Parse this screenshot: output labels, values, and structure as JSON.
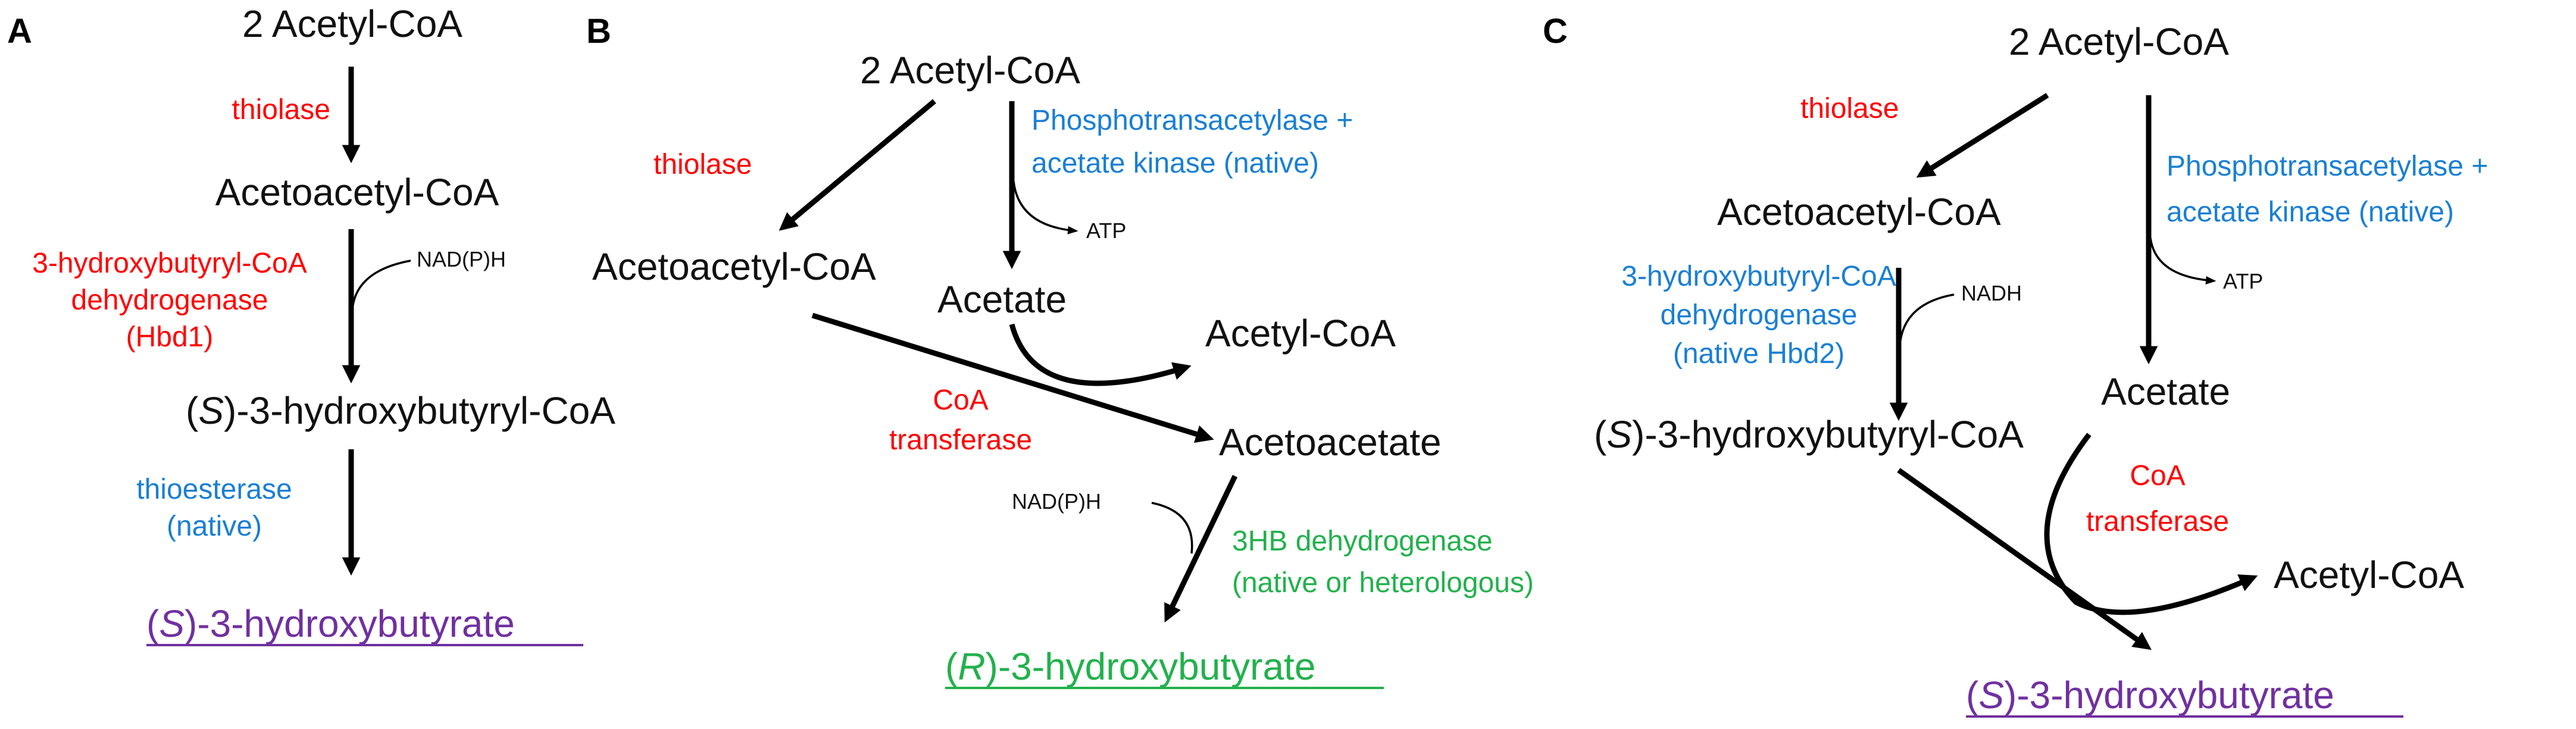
{
  "panels": {
    "a": {
      "label": "A",
      "acetyl_coa": "2 Acetyl-CoA",
      "thiolase": "thiolase",
      "acetoacetyl_coa": "Acetoacetyl-CoA",
      "hbd1_line1": "3-hydroxybutyryl-CoA",
      "hbd1_line2": "dehydrogenase",
      "hbd1_line3": "(Hbd1)",
      "cofactor": "NAD(P)H",
      "hb_coa_prefix": "(",
      "hb_coa_s": "S",
      "hb_coa_suffix": ")-3-hydroxybutyryl-CoA",
      "thioesterase_line1": "thioesterase",
      "thioesterase_line2": "(native)",
      "product_prefix": "(",
      "product_s": "S",
      "product_suffix": ")-3-hydroxybutyrate"
    },
    "b": {
      "label": "B",
      "acetyl_coa": "2 Acetyl-CoA",
      "pta_line1": "Phosphotransacetylase +",
      "pta_line2": "acetate kinase (native)",
      "thiolase": "thiolase",
      "atp": "ATP",
      "acetoacetyl_coa": "Acetoacetyl-CoA",
      "acetate": "Acetate",
      "acetyl_coa_out": "Acetyl-CoA",
      "coa_line1": "CoA",
      "coa_line2": "transferase",
      "acetoacetate": "Acetoacetate",
      "cofactor": "NAD(P)H",
      "hbdh_line1": "3HB dehydrogenase",
      "hbdh_line2": "(native or heterologous)",
      "product_prefix": "(",
      "product_r": "R",
      "product_suffix": ")-3-hydroxybutyrate"
    },
    "c": {
      "label": "C",
      "acetyl_coa": "2 Acetyl-CoA",
      "thiolase": "thiolase",
      "pta_line1": "Phosphotransacetylase +",
      "pta_line2": "acetate kinase (native)",
      "acetoacetyl_coa": "Acetoacetyl-CoA",
      "atp": "ATP",
      "hbd2_line1": "3-hydroxybutyryl-CoA",
      "hbd2_line2": "dehydrogenase",
      "hbd2_line3": "(native Hbd2)",
      "cofactor": "NADH",
      "acetate": "Acetate",
      "hb_coa_prefix": "(",
      "hb_coa_s": "S",
      "hb_coa_suffix": ")-3-hydroxybutyryl-CoA",
      "coa_line1": "CoA",
      "coa_line2": "transferase",
      "acetyl_coa_out": "Acetyl-CoA",
      "product_prefix": "(",
      "product_s": "S",
      "product_suffix": ")-3-hydroxybutyrate"
    }
  },
  "colors": {
    "enzyme_red": "#ff0000",
    "enzyme_blue": "#1a7fd4",
    "enzyme_green": "#22b14c",
    "product_purple": "#7030a0"
  }
}
